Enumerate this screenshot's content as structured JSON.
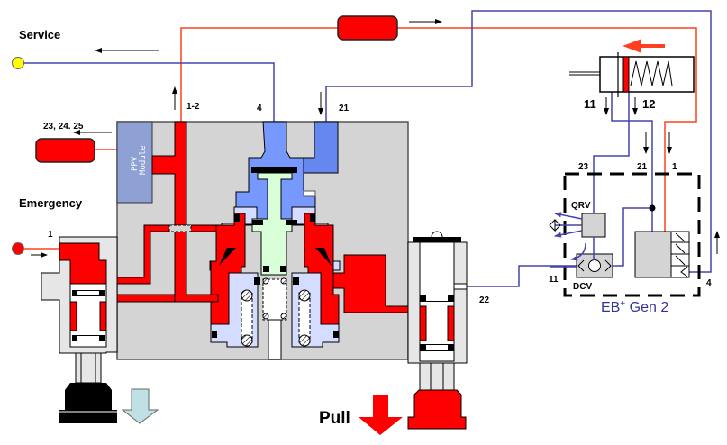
{
  "title": "EB+ Gen 2 brake valve schematic",
  "labels": {
    "service": "Service",
    "emergency": "Emergency",
    "pull": "Pull",
    "ppv_line1": "PPV",
    "ppv_line2": "Module",
    "ports_23_24_25": "23, 24. 25",
    "port_1_2": "1-2",
    "port_4_top": "4",
    "port_21_top": "21",
    "port_1_left": "1",
    "port_22": "22",
    "port_11_cyl": "11",
    "port_12_cyl": "12",
    "port_23_eb": "23",
    "port_21_eb": "21",
    "port_1_eb": "1",
    "port_11_eb": "11",
    "port_4_eb": "4",
    "qrv": "QRV",
    "dcv": "DCV",
    "eb_gen2_main": "EB",
    "eb_gen2_sup": "+",
    "eb_gen2_rest": " Gen 2"
  },
  "colors": {
    "pressure_red": "#ff0000",
    "line_red": "#ff4020",
    "line_blue": "#4444aa",
    "body_grey": "#d4d4d4",
    "light_grey": "#e6e6e6",
    "valve_blue": "#7799ff",
    "pale_blue": "#d4dcff",
    "ppv_blue": "#8fa0d4",
    "stem_green": "#d8ffd8",
    "release_arrow": "#bfe0e4",
    "service_port": "#ffff00"
  }
}
